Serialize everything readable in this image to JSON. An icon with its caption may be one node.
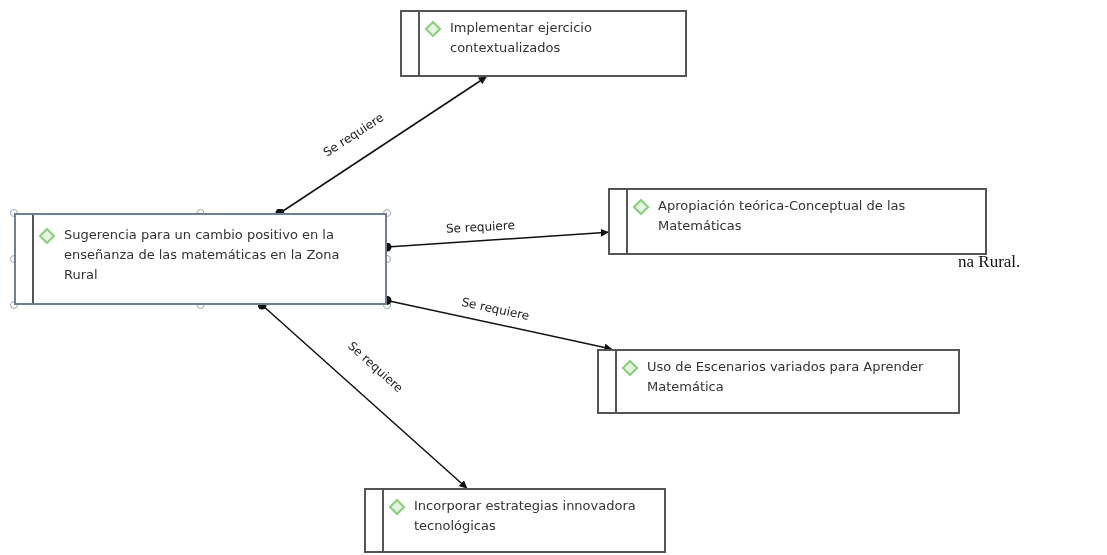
{
  "diagram": {
    "nodes": [
      {
        "text": [
          "Sugerencia para un cambio positivo en la enseñanza de las matemáticas en la Zona Rural"
        ]
      },
      {
        "text": [
          "Implementar ejercicio contextualizados"
        ]
      },
      {
        "text": [
          "Apropiación teórica-Conceptual de las  Matemáticas"
        ]
      },
      {
        "text": [
          "Uso de Escenarios variados para Aprender Matemática"
        ]
      },
      {
        "text": [
          "Incorporar estrategias innovadora tecnológicas"
        ]
      }
    ],
    "edges": [
      {
        "from": 0,
        "to": 1,
        "arrow": "to",
        "label": "Se requiere"
      },
      {
        "from": 0,
        "to": 2,
        "arrow": "to",
        "label": "Se requiere"
      },
      {
        "from": 0,
        "to": 3,
        "arrow": "to",
        "label": "Se requiere"
      },
      {
        "from": 0,
        "to": 4,
        "arrow": "to",
        "label": "Se requiere"
      }
    ],
    "labels": [
      "na Rural."
    ]
  }
}
